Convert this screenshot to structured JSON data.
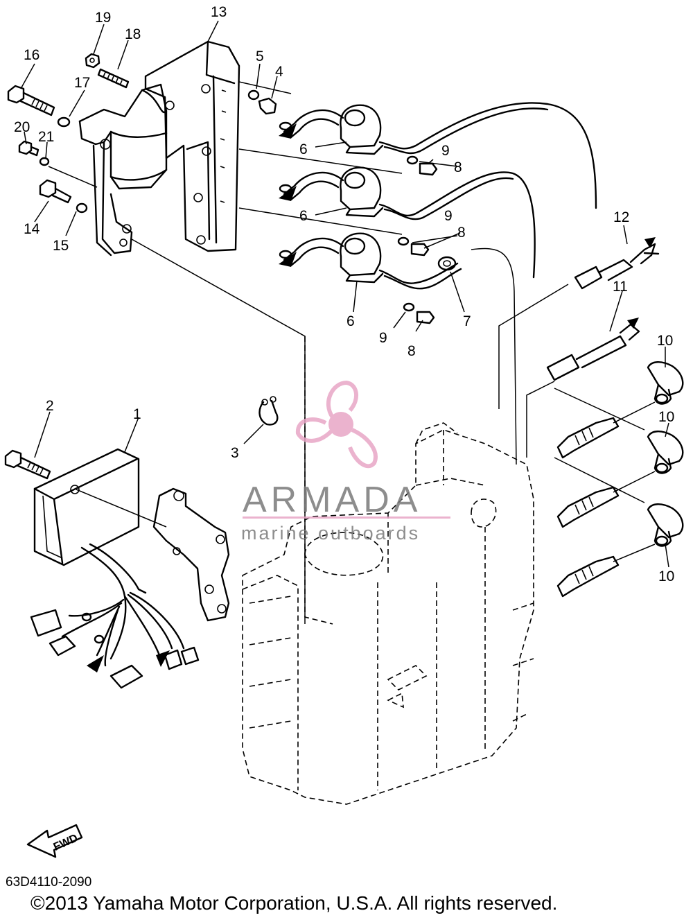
{
  "callouts": {
    "c1": "1",
    "c2": "2",
    "c3": "3",
    "c4": "4",
    "c5": "5",
    "c6a": "6",
    "c6b": "6",
    "c6c": "6",
    "c7": "7",
    "c8a": "8",
    "c8b": "8",
    "c8c": "8",
    "c9a": "9",
    "c9b": "9",
    "c9c": "9",
    "c10a": "10",
    "c10b": "10",
    "c10c": "10",
    "c11": "11",
    "c12": "12",
    "c13": "13",
    "c14": "14",
    "c15": "15",
    "c16": "16",
    "c17": "17",
    "c18": "18",
    "c19": "19",
    "c20": "20",
    "c21": "21"
  },
  "watermark": {
    "brand": "ARMADA",
    "tagline": "marine outboards",
    "accent_color": "#e8a6c6"
  },
  "fwd_label": "FWD",
  "diagram_code": "63D4110-2090",
  "copyright": "©2013 Yamaha Motor Corporation, U.S.A. All rights reserved."
}
